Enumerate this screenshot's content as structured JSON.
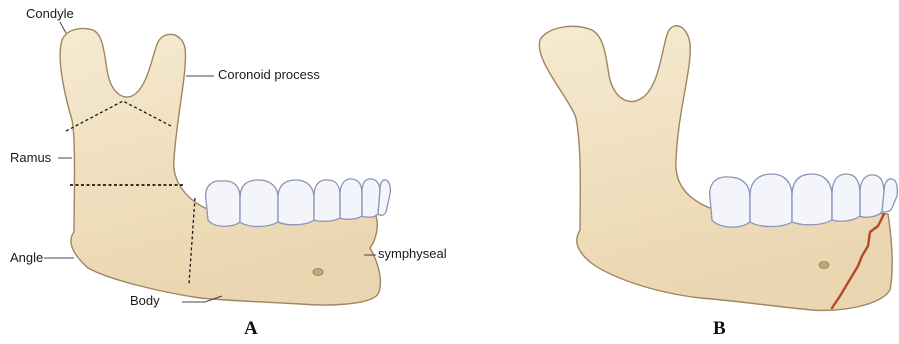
{
  "figure": {
    "panels": [
      {
        "letter": "A"
      },
      {
        "letter": "B"
      }
    ],
    "labels": {
      "condyle": "Condyle",
      "coronoid": "Coronoid process",
      "ramus": "Ramus",
      "angle": "Angle",
      "body": "Body",
      "symphyseal": "symphyseal"
    },
    "colors": {
      "bone_fill": "#f1e3c5",
      "bone_stroke": "#a08560",
      "tooth_fill": "#f4f5fb",
      "tooth_stroke": "#8b93b8",
      "fracture_line": "#b5472a",
      "region_dash": "#1a1a1a"
    }
  }
}
